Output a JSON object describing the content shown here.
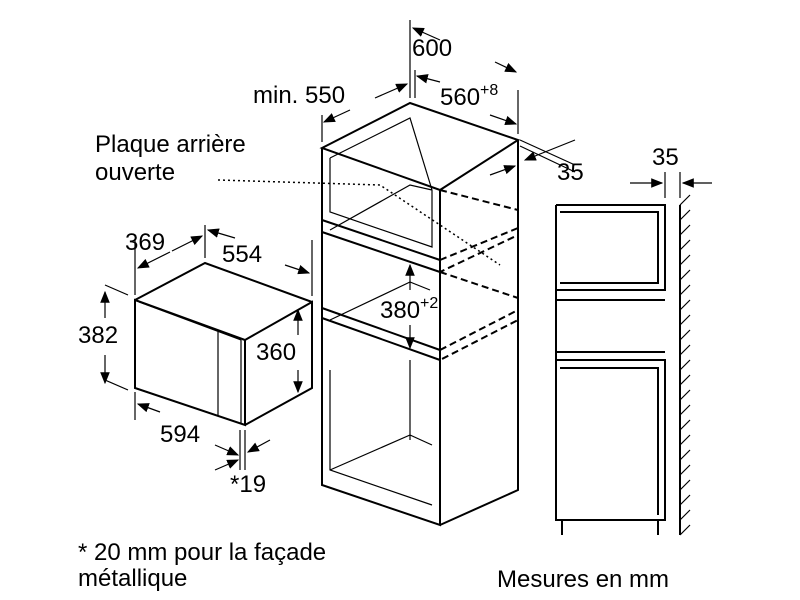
{
  "cabinet": {
    "width": "600",
    "depth_min": "min. 550",
    "inner_width": "560",
    "inner_width_tol": "+8",
    "back_gap": "35",
    "niche_height": "380",
    "niche_height_tol": "+2"
  },
  "back_panel_label_1": "Plaque arrière",
  "back_panel_label_2": "ouverte",
  "microwave": {
    "depth": "369",
    "width_side": "554",
    "height": "382",
    "inner_height": "360",
    "front_width": "594",
    "facade": "*19"
  },
  "side_view": {
    "gap": "35"
  },
  "footnote_1": "* 20 mm pour la façade",
  "footnote_2": "métallique",
  "units": "Mesures en mm"
}
